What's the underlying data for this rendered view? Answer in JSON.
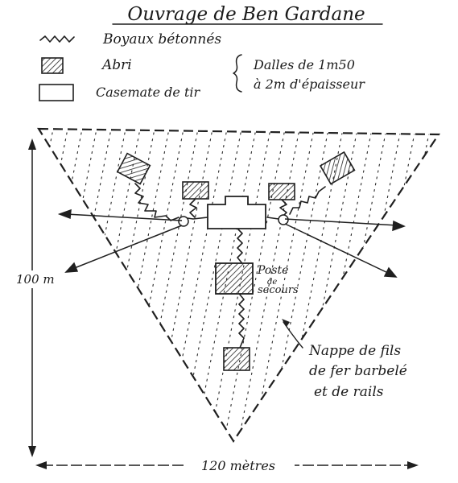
{
  "title": "Ouvrage de Ben Gardane",
  "legend": {
    "boyaux": "Boyaux bétonnés",
    "abri": "Abri",
    "casemate": "Casemate de tir",
    "dalles_line1": "Dalles de 1m50",
    "dalles_line2": "à 2m d'épaisseur"
  },
  "labels": {
    "dimension_vertical": "100 m",
    "dimension_horizontal": "120 mètres",
    "poste_line1": "Poste",
    "poste_line2": "de",
    "poste_line3": "secours",
    "nappe_line1": "Nappe de fils",
    "nappe_line2": "de fer barbelé",
    "nappe_line3": "et de rails"
  },
  "colors": {
    "ink": "#1f1f1f",
    "paper": "#ffffff"
  }
}
